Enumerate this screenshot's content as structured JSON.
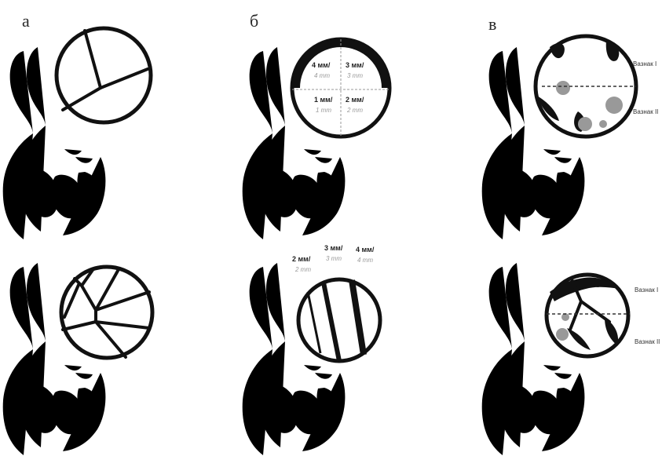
{
  "panels": [
    {
      "letter": "а"
    },
    {
      "letter": "б"
    },
    {
      "letter": "в"
    }
  ],
  "panel_b_top_quadrants": [
    {
      "ru": "4 мм/",
      "en": "4 mm"
    },
    {
      "ru": "3 мм/",
      "en": "3 mm"
    },
    {
      "ru": "1 мм/",
      "en": "1 mm"
    },
    {
      "ru": "2 мм/",
      "en": "2 mm"
    }
  ],
  "panel_b_bottom_labels": [
    {
      "ru": "2 мм/",
      "en": "2 mm"
    },
    {
      "ru": "3 мм/",
      "en": "3 mm"
    },
    {
      "ru": "4 мм/",
      "en": "4 mm"
    }
  ],
  "panel_c_side_labels": [
    {
      "text": "Вазнак I"
    },
    {
      "text": "Вазнак II"
    },
    {
      "text": "Вазнак I"
    },
    {
      "text": "Вазнак II"
    }
  ]
}
